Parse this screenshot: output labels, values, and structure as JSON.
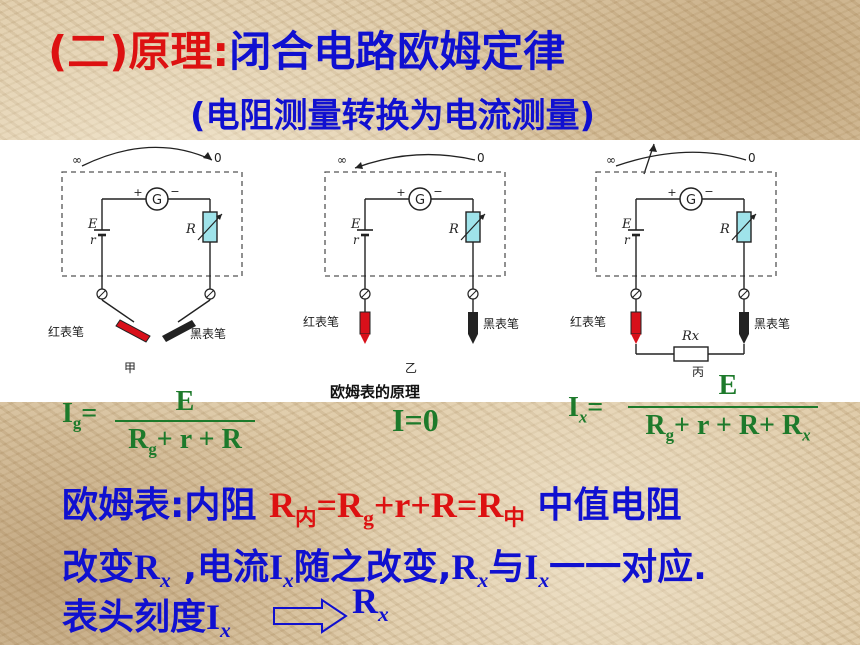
{
  "title": {
    "part1": "(二)原理:",
    "part2": "闭合电路欧姆定律"
  },
  "subtitle": "(电阻测量转换为电流测量)",
  "diagrams": {
    "infinity": "∞",
    "zero": "0",
    "galvanometer": "G",
    "emf": "E",
    "internal_r": "r",
    "rheostat": "R",
    "red_probe": "红表笔",
    "black_probe": "黑表笔",
    "rx": "Rx",
    "panel_a": "甲",
    "panel_b": "乙",
    "panel_c": "丙",
    "caption": "欧姆表的原理"
  },
  "formulas": {
    "f1": {
      "lhs": "I",
      "lhs_sub": "g",
      "eq": "=",
      "num": "E",
      "den_a": "R",
      "den_a_sub": "g",
      "den_b": "+ r + R"
    },
    "f2": {
      "text": "I=0"
    },
    "f3": {
      "lhs": "I",
      "lhs_sub": "x",
      "eq": "=",
      "num": "E",
      "den_a": "R",
      "den_a_sub": "g",
      "den_b": "+ r + R+ R",
      "den_b_sub": "x"
    }
  },
  "lines": {
    "l1": {
      "a": "欧姆表:内阻 ",
      "b": "R",
      "b_sub": "内",
      "c": "=R",
      "c_sub": "g",
      "d": "+r+R=R",
      "d_sub": "中",
      "e": " 中值电阻"
    },
    "l2": {
      "a": "改变",
      "b": "R",
      "b_sub": "x",
      "c": " ,电流",
      "d": "I",
      "d_sub": "x",
      "e": "随之改变,",
      "f": "R",
      "f_sub": "x",
      "g": "与",
      "h": "I",
      "h_sub": "x",
      "i": "一一对应."
    },
    "l3": {
      "a": "表头刻度",
      "b": "I",
      "b_sub": "x",
      "c": "R",
      "c_sub": "x"
    }
  },
  "colors": {
    "red": "#dd1111",
    "blue": "#1010d0",
    "green": "#1d7a2b"
  }
}
